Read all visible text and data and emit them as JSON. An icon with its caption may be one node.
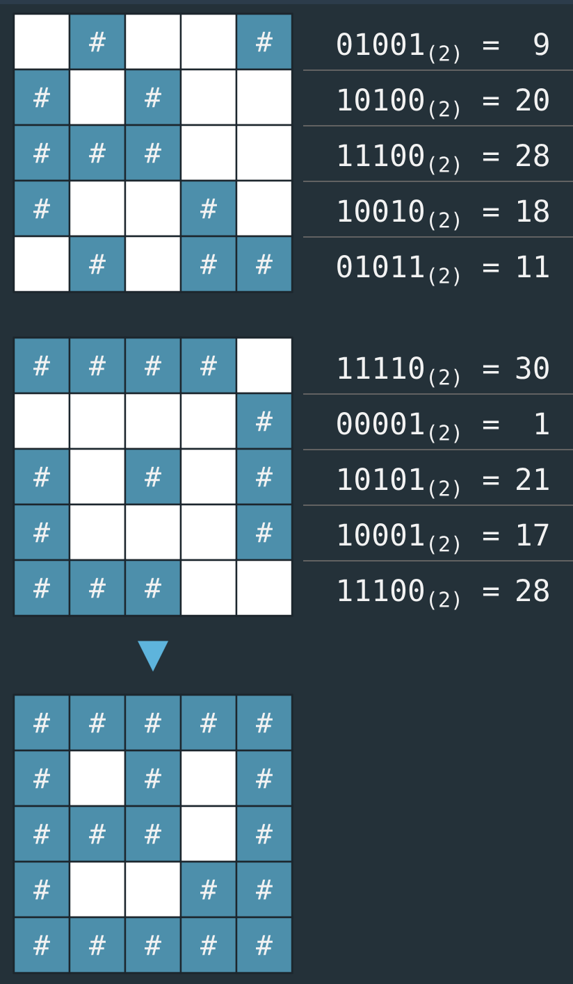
{
  "diagram": {
    "nodes": [
      {
        "text": [],
        "shape": "box"
      },
      {
        "text": [],
        "shape": "box",
        "in": 0
      },
      {
        "text": [
          "#"
        ],
        "in": 0
      },
      {
        "text": [],
        "shape": "box",
        "in": 0
      },
      {
        "text": [],
        "shape": "box",
        "in": 0
      },
      {
        "text": [
          "#"
        ],
        "in": 0
      },
      {
        "text": [
          "#"
        ],
        "in": 0
      },
      {
        "text": [],
        "shape": "box",
        "in": 0
      },
      {
        "text": [
          "#"
        ],
        "in": 0
      },
      {
        "text": [],
        "shape": "box",
        "in": 0
      },
      {
        "text": [],
        "shape": "box",
        "in": 0
      },
      {
        "text": [
          "#"
        ],
        "in": 0
      },
      {
        "text": [
          "#"
        ],
        "in": 0
      },
      {
        "text": [
          "#"
        ],
        "in": 0
      },
      {
        "text": [],
        "shape": "box",
        "in": 0
      },
      {
        "text": [],
        "shape": "box",
        "in": 0
      },
      {
        "text": [
          "#"
        ],
        "in": 0
      },
      {
        "text": [],
        "shape": "box",
        "in": 0
      },
      {
        "text": [],
        "shape": "box",
        "in": 0
      },
      {
        "text": [
          "#"
        ],
        "in": 0
      },
      {
        "text": [],
        "shape": "box",
        "in": 0
      },
      {
        "text": [],
        "shape": "box",
        "in": 0
      },
      {
        "text": [
          "#"
        ],
        "in": 0
      },
      {
        "text": [],
        "shape": "box",
        "in": 0
      },
      {
        "text": [
          "#"
        ],
        "in": 0
      },
      {
        "text": [
          "#"
        ],
        "in": 0
      },
      {
        "text": [],
        "shape": "box"
      },
      {
        "text": [
          "#"
        ],
        "in": 26
      },
      {
        "text": [
          "#"
        ],
        "in": 26
      },
      {
        "text": [
          "#"
        ],
        "in": 26
      },
      {
        "text": [
          "#"
        ],
        "in": 26
      },
      {
        "text": [],
        "shape": "box",
        "in": 26
      },
      {
        "text": [],
        "shape": "box",
        "in": 26
      },
      {
        "text": [],
        "shape": "box",
        "in": 26
      },
      {
        "text": [],
        "shape": "box",
        "in": 26
      },
      {
        "text": [],
        "shape": "box",
        "in": 26
      },
      {
        "text": [
          "#"
        ],
        "in": 26
      },
      {
        "text": [
          "#"
        ],
        "in": 26
      },
      {
        "text": [],
        "shape": "box",
        "in": 26
      },
      {
        "text": [
          "#"
        ],
        "in": 26
      },
      {
        "text": [],
        "shape": "box",
        "in": 26
      },
      {
        "text": [
          "#"
        ],
        "in": 26
      },
      {
        "text": [
          "#"
        ],
        "in": 26
      },
      {
        "text": [],
        "shape": "box",
        "in": 26
      },
      {
        "text": [],
        "shape": "box",
        "in": 26
      },
      {
        "text": [],
        "shape": "box",
        "in": 26
      },
      {
        "text": [
          "#"
        ],
        "in": 26
      },
      {
        "text": [
          "#"
        ],
        "in": 26
      },
      {
        "text": [
          "#"
        ],
        "in": 26
      },
      {
        "text": [
          "#"
        ],
        "in": 26
      },
      {
        "text": [],
        "shape": "box",
        "in": 26
      },
      {
        "text": [],
        "shape": "box",
        "in": 26
      },
      {
        "text": [],
        "shape": "box"
      },
      {
        "text": [
          "#"
        ],
        "in": 52
      },
      {
        "text": [
          "#"
        ],
        "in": 52
      },
      {
        "text": [
          "#"
        ],
        "in": 52
      },
      {
        "text": [
          "#"
        ],
        "in": 52
      },
      {
        "text": [
          "#"
        ],
        "in": 52
      },
      {
        "text": [
          "#"
        ],
        "in": 52
      },
      {
        "text": [],
        "shape": "box",
        "in": 52
      },
      {
        "text": [
          "#"
        ],
        "in": 52
      },
      {
        "text": [],
        "shape": "box",
        "in": 52
      },
      {
        "text": [
          "#"
        ],
        "in": 52
      },
      {
        "text": [
          "#"
        ],
        "in": 52
      },
      {
        "text": [
          "#"
        ],
        "in": 52
      },
      {
        "text": [
          "#"
        ],
        "in": 52
      },
      {
        "text": [],
        "shape": "box",
        "in": 52
      },
      {
        "text": [
          "#"
        ],
        "in": 52
      },
      {
        "text": [
          "#"
        ],
        "in": 52
      },
      {
        "text": [],
        "shape": "box",
        "in": 52
      },
      {
        "text": [],
        "shape": "box",
        "in": 52
      },
      {
        "text": [
          "#"
        ],
        "in": 52
      },
      {
        "text": [
          "#"
        ],
        "in": 52
      },
      {
        "text": [
          "#"
        ],
        "in": 52
      },
      {
        "text": [
          "#"
        ],
        "in": 52
      },
      {
        "text": [
          "#"
        ],
        "in": 52
      },
      {
        "text": [
          "#"
        ],
        "in": 52
      },
      {
        "text": [
          "#"
        ],
        "in": 52
      }
    ],
    "edges": [
      {
        "from": 26,
        "to": 52,
        "arrow": "to"
      }
    ],
    "labels": [
      "01001$_{(2)}$ =",
      "9",
      "10100$_{(2)}$ =",
      "20",
      "11100$_{(2)}$ =",
      "28",
      "10010$_{(2)}$ =",
      "18",
      "01011$_{(2)}$ =",
      "11",
      "11110$_{(2)}$ =",
      "30",
      "00001$_{(2)}$ =",
      "1",
      "10101$_{(2)}$ =",
      "21",
      "10001$_{(2)}$ =",
      "17",
      "11100$_{(2)}$ =",
      "28"
    ]
  }
}
